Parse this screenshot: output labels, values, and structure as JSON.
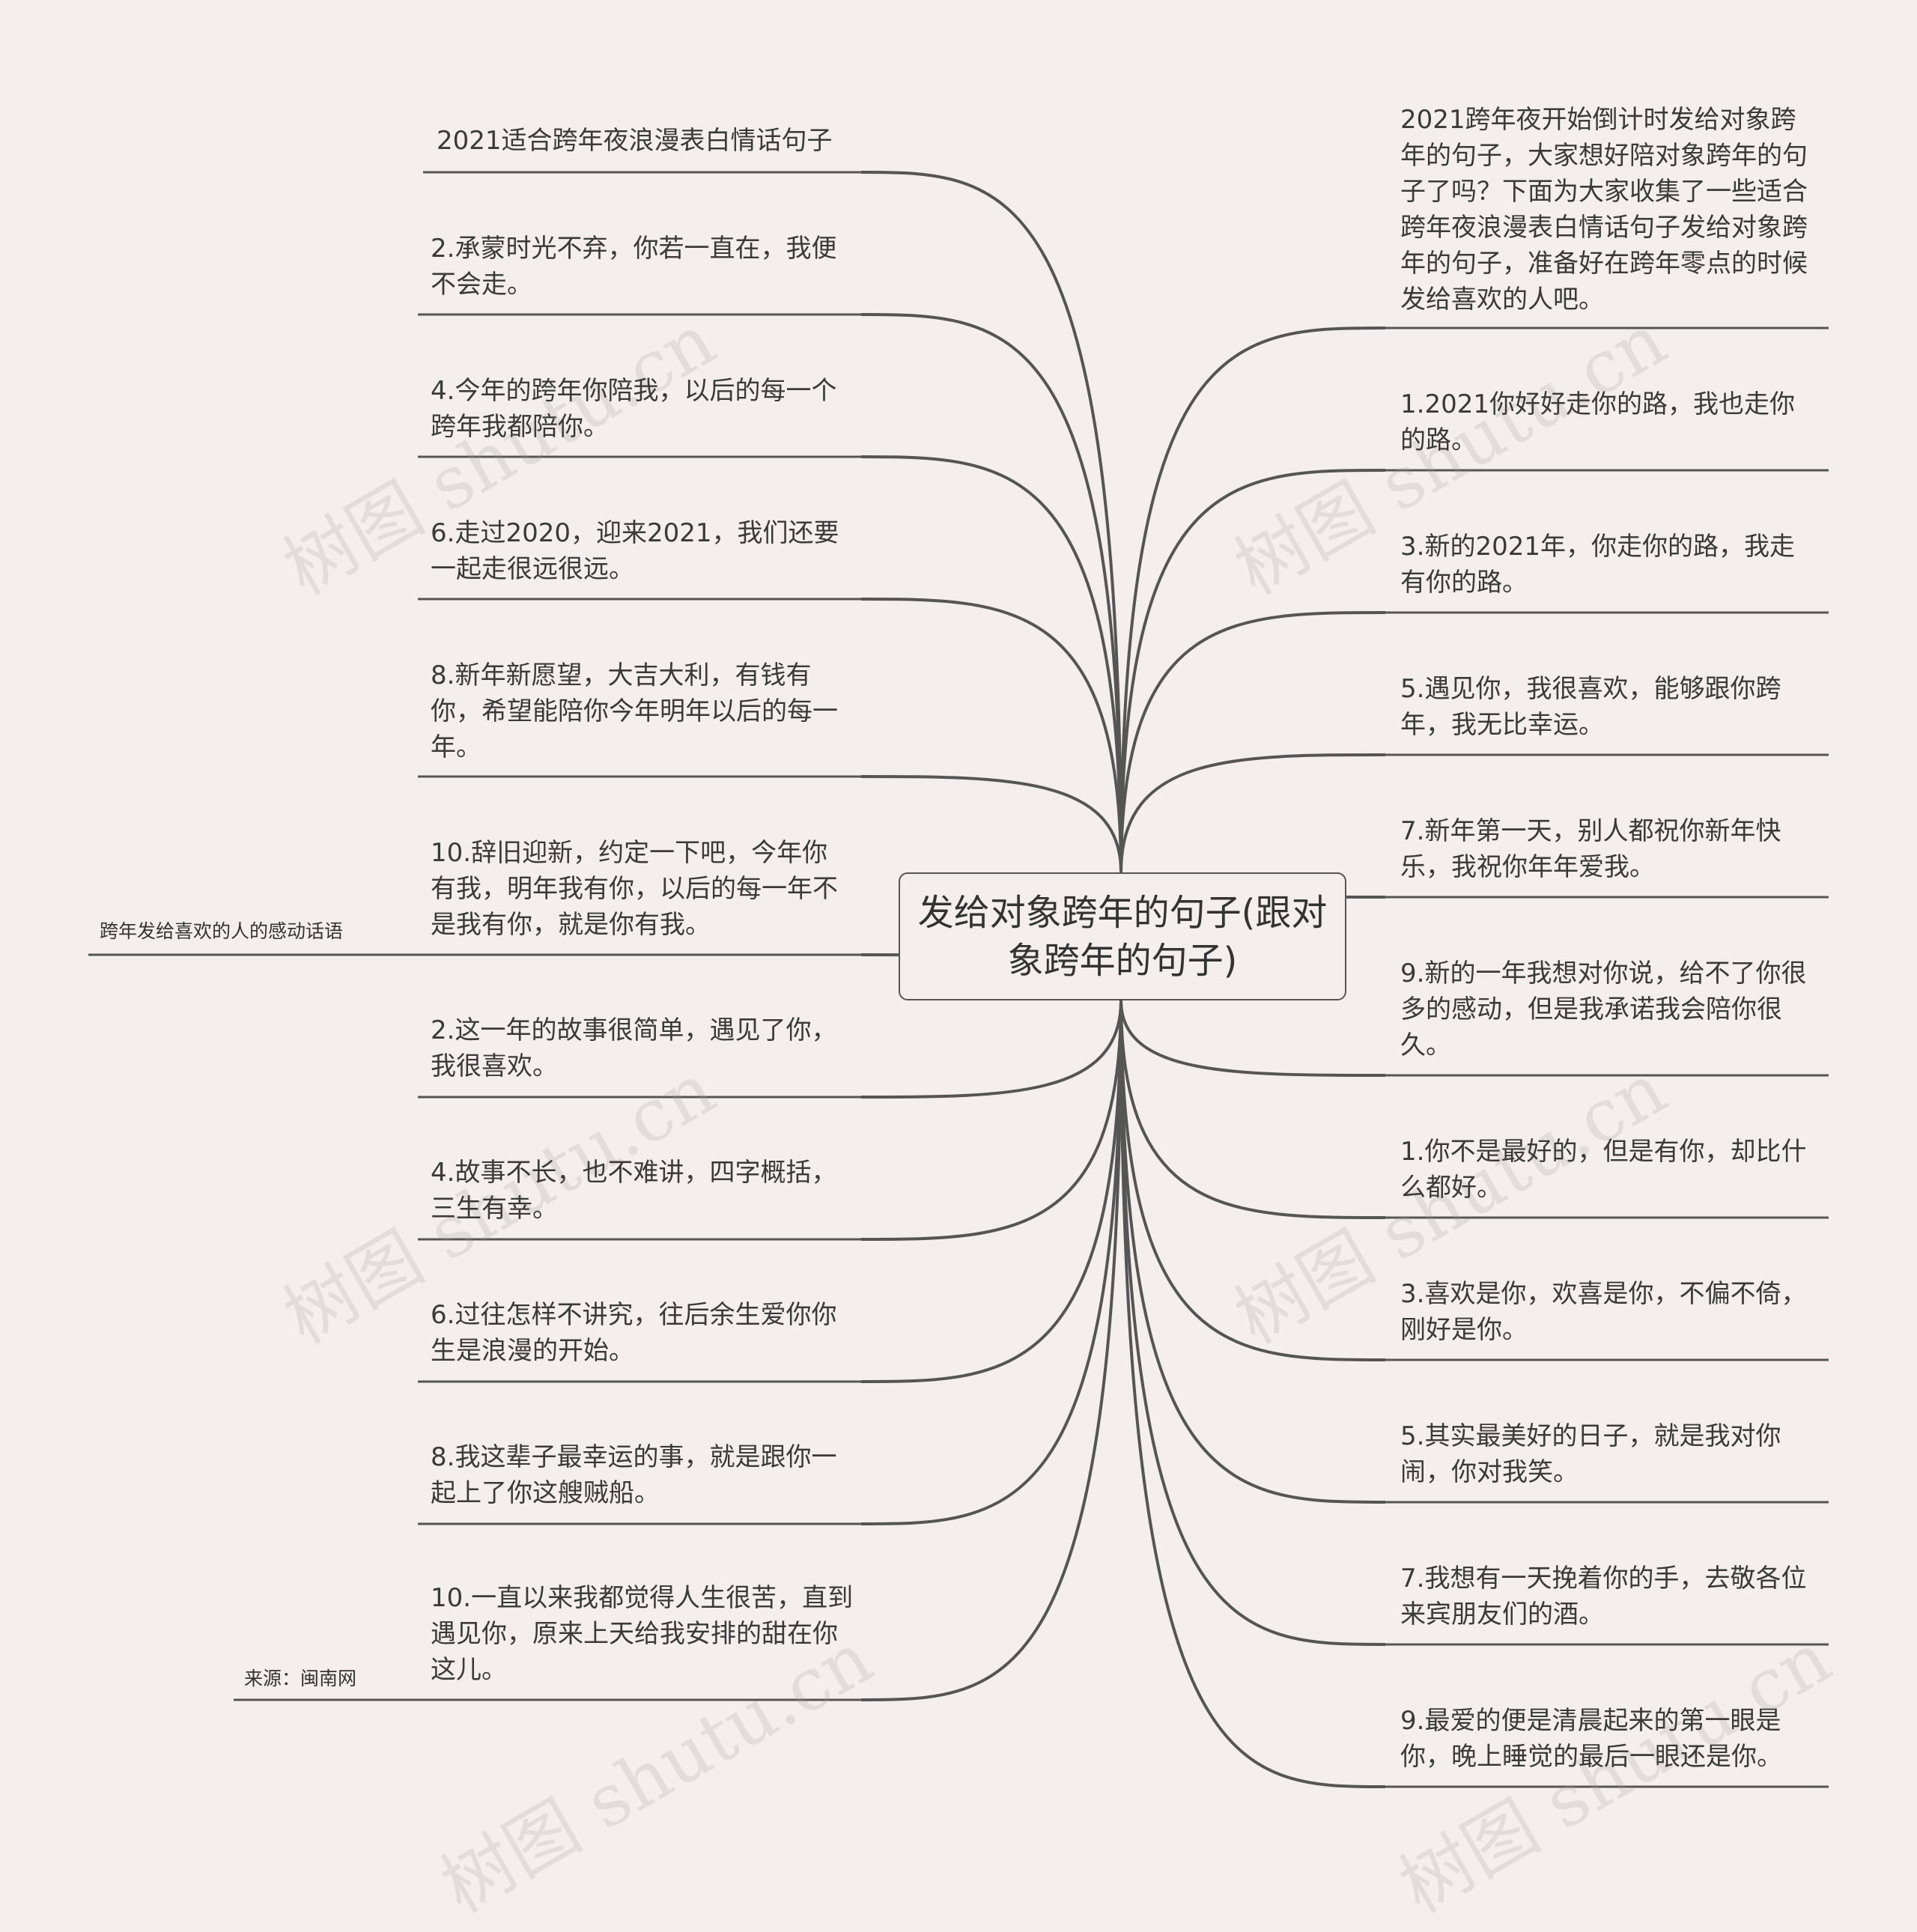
{
  "center": "发给对象跨年的句子(跟对象跨年的句子)",
  "watermark": "树图 shutu.cn",
  "left_branches": [
    "2021适合跨年夜浪漫表白情话句子",
    "2.承蒙时光不弃，你若一直在，我便不会走。",
    "4.今年的跨年你陪我，以后的每一个跨年我都陪你。",
    "6.走过2020，迎来2021，我们还要一起走很远很远。",
    "8.新年新愿望，大吉大利，有钱有你，希望能陪你今年明年以后的每一年。",
    "10.辞旧迎新，约定一下吧，今年你有我，明年我有你，以后的每一年不是我有你，就是你有我。",
    "跨年发给喜欢的人的感动话语",
    "2.这一年的故事很简单，遇见了你，我很喜欢。",
    "4.故事不长，也不难讲，四字概括，三生有幸。",
    "6.过往怎样不讲究，往后余生爱你你生是浪漫的开始。",
    "8.我这辈子最幸运的事，就是跟你一起上了你这艘贼船。",
    "10.一直以来我都觉得人生很苦，直到遇见你，原来上天给我安排的甜在你这儿。",
    "来源：闽南网"
  ],
  "right_branches": [
    "2021跨年夜开始倒计时发给对象跨年的句子，大家想好陪对象跨年的句子了吗？下面为大家收集了一些适合跨年夜浪漫表白情话句子发给对象跨年的句子，准备好在跨年零点的时候发给喜欢的人吧。",
    "1.2021你好好走你的路，我也走你的路。",
    "3.新的2021年，你走你的路，我走有你的路。",
    "5.遇见你，我很喜欢，能够跟你跨年，我无比幸运。",
    "7.新年第一天，别人都祝你新年快乐，我祝你年年爱我。",
    "9.新的一年我想对你说，给不了你很多的感动，但是我承诺我会陪你很久。",
    "1.你不是最好的，但是有你，却比什么都好。",
    "3.喜欢是你，欢喜是你，不偏不倚，刚好是你。",
    "5.其实最美好的日子，就是我对你闹，你对我笑。",
    "7.我想有一天挽着你的手，去敬各位来宾朋友们的酒。",
    "9.最爱的便是清晨起来的第一眼是你，晚上睡觉的最后一眼还是你。"
  ],
  "colors": {
    "background": "#f5eeee",
    "line": "#555555"
  }
}
